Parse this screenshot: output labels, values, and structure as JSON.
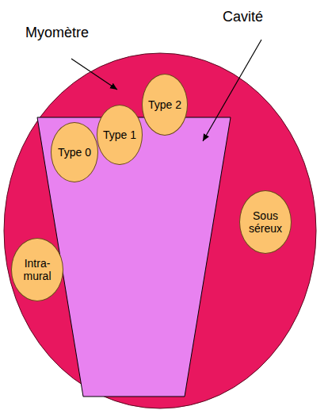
{
  "diagram": {
    "nodes": [
      {
        "text": [
          "Type 2"
        ]
      },
      {
        "text": [
          "Type 1"
        ]
      },
      {
        "text": [
          "Type 0"
        ]
      },
      {
        "text": [
          "Sous séreux"
        ]
      },
      {
        "text": [
          "Intra-mural"
        ]
      }
    ],
    "labels": [
      "Myomètre",
      "Cavité"
    ]
  }
}
